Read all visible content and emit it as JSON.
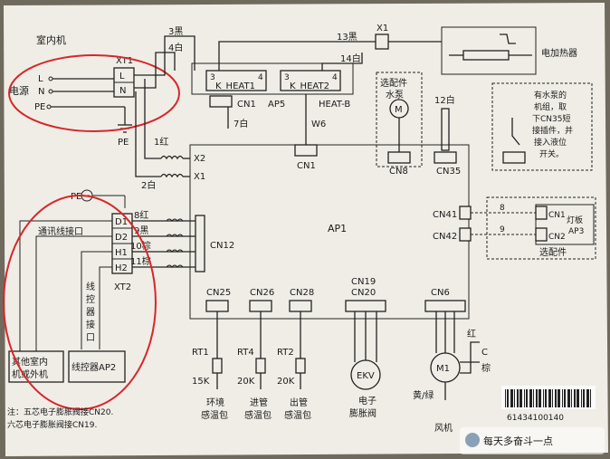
{
  "labels": {
    "indoor_unit": "室内机",
    "power": "电源",
    "L": "L",
    "N": "N",
    "PE": "PE",
    "PE_ground": "PE",
    "xt1": "XT1",
    "xt1_L": "L",
    "xt1_N": "N",
    "w3": "3黑",
    "w4": "4白",
    "w13": "13黑",
    "w14": "14白",
    "x1_top": "X1",
    "heater": "电加热器",
    "kheat1": "K_HEAT1",
    "kheat2": "K_HEAT2",
    "k1_3": "3",
    "k1_4": "4",
    "k2_3": "3",
    "k2_4": "4",
    "cn1_top": "CN1",
    "ap5": "AP5",
    "heat_b": "HEAT-B",
    "w7": "7白",
    "w6": "W6",
    "cn1_mid": "CN1",
    "w1": "1红",
    "w2": "2白",
    "x2": "X2",
    "x1_mid": "X1",
    "optional_pump_l1": "选配件",
    "optional_pump_l2": "水泵",
    "pump_m": "M",
    "cn8": "CN8",
    "w12": "12白",
    "cn35": "CN35",
    "note_l1": "有水泵的",
    "note_l2": "机组，取",
    "note_l3": "下CN35短",
    "note_l4": "接插件，并",
    "note_l5": "接入液位",
    "note_l6": "开关。",
    "ap1": "AP1",
    "pe_comm": "PE",
    "comm_port": "通讯线接口",
    "d1": "D1",
    "d2": "D2",
    "h1": "H1",
    "h2": "H2",
    "w8": "8红",
    "w9": "9黑",
    "w10": "10棕",
    "w11": "11棕",
    "cn12": "CN12",
    "xt2": "XT2",
    "wired_port_1": "线",
    "wired_port_2": "控",
    "wired_port_3": "器",
    "wired_port_4": "接",
    "wired_port_5": "口",
    "cn41": "CN41",
    "cn42": "CN42",
    "ap3_w8": "8",
    "ap3_w9": "9",
    "ap3_cn1": "CN1",
    "ap3_cn2": "CN2",
    "lightboard": "灯板",
    "ap3": "AP3",
    "optional_light": "选配件",
    "cn25": "CN25",
    "cn26": "CN26",
    "cn28": "CN28",
    "cn19": "CN19",
    "cn20": "CN20",
    "cn6": "CN6",
    "red_wire": "红",
    "capacitor": "C",
    "brown_wire": "棕",
    "other_unit_l1": "其他室内",
    "other_unit_l2": "机或外机",
    "wired_ctrl": "线控器AP2",
    "rt1": "RT1",
    "rt4": "RT4",
    "rt2": "RT2",
    "k15": "15K",
    "k20a": "20K",
    "k20b": "20K",
    "ekv": "EKV",
    "m1": "M1",
    "yellow_green": "黄/绿",
    "fan": "风机",
    "sensor_env_l1": "环境",
    "sensor_env_l2": "感温包",
    "sensor_in_l1": "进管",
    "sensor_in_l2": "感温包",
    "sensor_out_l1": "出管",
    "sensor_out_l2": "感温包",
    "eev_l1": "电子",
    "eev_l2": "膨胀阀",
    "note_bottom_l1": "注：五芯电子膨胀阀接CN20.",
    "note_bottom_l2": "六芯电子膨胀阀接CN19.",
    "barcode_number": "61434100140",
    "watermark": "每天多奋斗一点"
  },
  "colors": {
    "paper": "#efede6",
    "ink": "#1b1b1b",
    "annotation_red": "#d7262b"
  }
}
